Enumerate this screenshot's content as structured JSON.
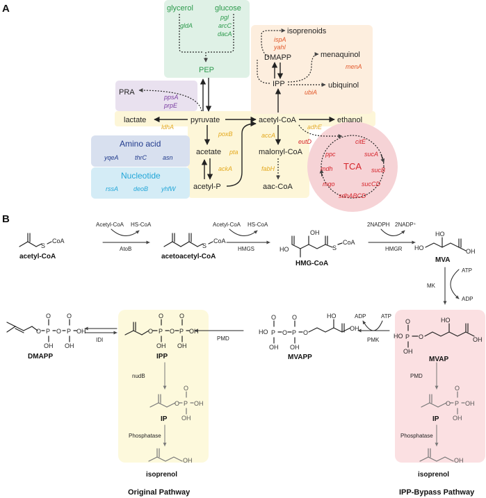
{
  "panelA": {
    "label": "A",
    "sources": {
      "glycerol": "glycerol",
      "glucose": "glucose",
      "pep": "PEP"
    },
    "genes_green": {
      "gldA": "gldA",
      "pgl": "pgl",
      "arcC": "arcC",
      "dacA": "dacA"
    },
    "purple": {
      "pra": "PRA",
      "ppsA": "ppsA",
      "prpE": "prpE"
    },
    "central": {
      "lactate": "lactate",
      "pyruvate": "pyruvate",
      "acetyl_coa": "acetyl-CoA",
      "ethanol": "ethanol",
      "acetate": "acetate",
      "acetyl_p": "acetyl-P",
      "malonyl_coa": "malonyl-CoA",
      "aac_coa": "aac-CoA"
    },
    "genes_yellow": {
      "ldhA": "ldhA",
      "poxB": "poxB",
      "pta": "pta",
      "ackA": "ackA",
      "accA": "accA",
      "fabH": "fabH",
      "adhE": "adhE"
    },
    "isoprenoid": {
      "isoprenoids": "isoprenoids",
      "ispA": "ispA",
      "yahI": "yahI",
      "dmapp": "DMAPP",
      "ipp": "IPP",
      "menaquinol": "menaquinol",
      "menA": "menA",
      "ubiquinol": "ubiquinol",
      "ubiA": "ubiA"
    },
    "amino_acid": {
      "title": "Amino acid",
      "yqeA": "yqeA",
      "thrC": "thrC",
      "asn": "asn"
    },
    "nucleotide": {
      "title": "Nucleotide",
      "rssA": "rssA",
      "deoB": "deoB",
      "yhfW": "yhfW"
    },
    "tca": {
      "title": "TCA",
      "eutD": "eutD",
      "citE": "citE",
      "ppc": "ppc",
      "sucA": "sucA",
      "mdh": "mdh",
      "sucB": "sucB",
      "mqo": "mqo",
      "sucCD": "sucCD",
      "sdhABCD": "sdhABCD"
    }
  },
  "panelB": {
    "label": "B",
    "compounds": {
      "acetyl_coa": "acetyl-CoA",
      "acetoacetyl_coa": "acetoacetyl-CoA",
      "hmg_coa": "HMG-CoA",
      "mva": "MVA",
      "mvap": "MVAP",
      "mvapp": "MVAPP",
      "ipp": "IPP",
      "dmapp": "DMAPP",
      "ip_left": "IP",
      "ip_right": "IP",
      "isoprenol_left": "isoprenol",
      "isoprenol_right": "isoprenol"
    },
    "enzymes": {
      "atoB": "AtoB",
      "hmgs": "HMGS",
      "hmgr": "HMGR",
      "mk": "MK",
      "pmk": "PMK",
      "pmd": "PMD",
      "idi": "IDI",
      "nudB": "nudB",
      "phosphatase_left": "Phosphatase",
      "pmd_right": "PMD",
      "phosphatase_right": "Phosphatase"
    },
    "cofactors": {
      "acetyl_coa_1": "Acetyl-CoA",
      "hs_coa_1": "HS-CoA",
      "acetyl_coa_2": "Acetyl-CoA",
      "hs_coa_2": "HS-CoA",
      "nadph": "2NADPH",
      "nadp": "2NADP⁺",
      "atp_mk": "ATP",
      "adp_mk": "ADP",
      "adp_pmk": "ADP",
      "atp_pmk": "ATP"
    },
    "pathways": {
      "original": "Original Pathway",
      "bypass": "IPP-Bypass Pathway"
    },
    "atoms": {
      "coa": "CoA",
      "s": "S",
      "o": "O",
      "oh": "OH",
      "p": "P",
      "ho": "HO"
    }
  },
  "colors": {
    "green_box": "#dff1e6",
    "purple_box": "#e9e1ef",
    "yellow_box": "#fdf6d8",
    "orange_box": "#fdeede",
    "amino_box": "#d8e0ef",
    "nucleo_box": "#d4ecf6",
    "tca_circle": "#f6d3d6",
    "pink_box": "#fbe0e2",
    "cream_box": "#fdf9dc",
    "green_text": "#2c9a4c",
    "purple_text": "#7b3fa2",
    "yellow_text": "#e3a81c",
    "orange_text": "#e2582a",
    "red_text": "#d5232a",
    "navy_text": "#203a8c",
    "cyan_text": "#22a6d8"
  }
}
